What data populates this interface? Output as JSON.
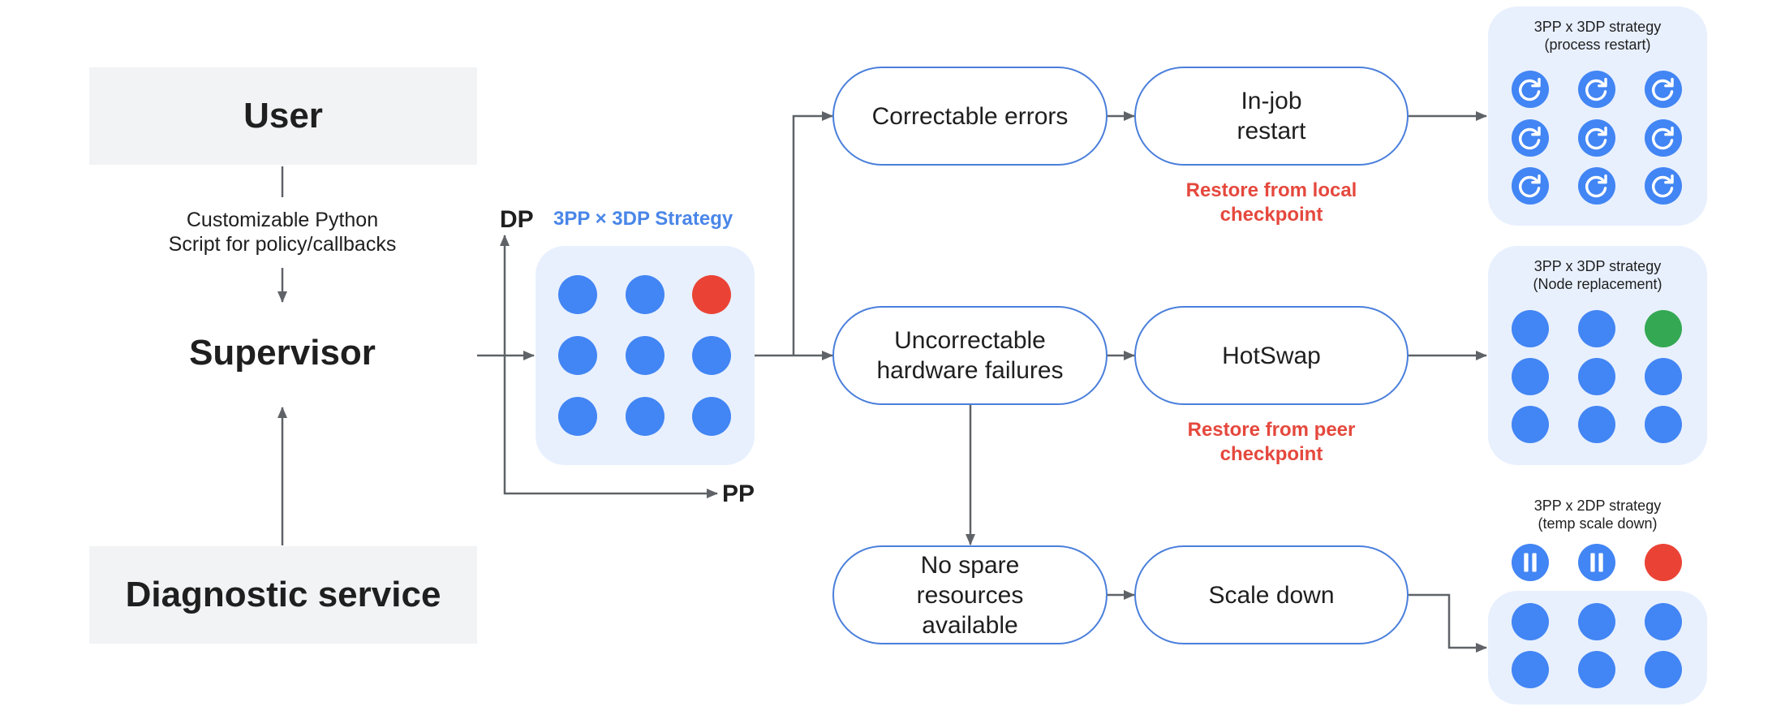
{
  "left": {
    "user_label": "User",
    "script_label": "Customizable Python\nScript for policy/callbacks",
    "supervisor_label": "Supervisor",
    "diagnostic_label": "Diagnostic service"
  },
  "strategy": {
    "title": "3PP × 3DP Strategy",
    "axis_dp": "DP",
    "axis_pp": "PP"
  },
  "rows": [
    {
      "condition": "Correctable errors",
      "action": "In-job\nrestart",
      "note": "Restore from local\ncheckpoint",
      "result_title": "3PP x 3DP strategy\n(process restart)"
    },
    {
      "condition": "Uncorrectable\nhardware failures",
      "action": "HotSwap",
      "note": "Restore from peer\ncheckpoint",
      "result_title": "3PP x 3DP strategy\n(Node replacement)"
    },
    {
      "condition": "No spare\nresources\navailable",
      "action": "Scale down",
      "note": "",
      "result_title": "3PP x 2DP strategy\n(temp scale down)"
    }
  ],
  "colors": {
    "node_blue": "#4285f4",
    "node_red": "#ea4335",
    "node_green": "#34a853",
    "panel_bg": "#e8f0fe",
    "pill_border": "#4a7fdb",
    "note_red": "#e5483d",
    "gray_box": "#f1f3f4"
  },
  "icons": {
    "restart": "refresh-icon",
    "paused": "pause-icon"
  }
}
